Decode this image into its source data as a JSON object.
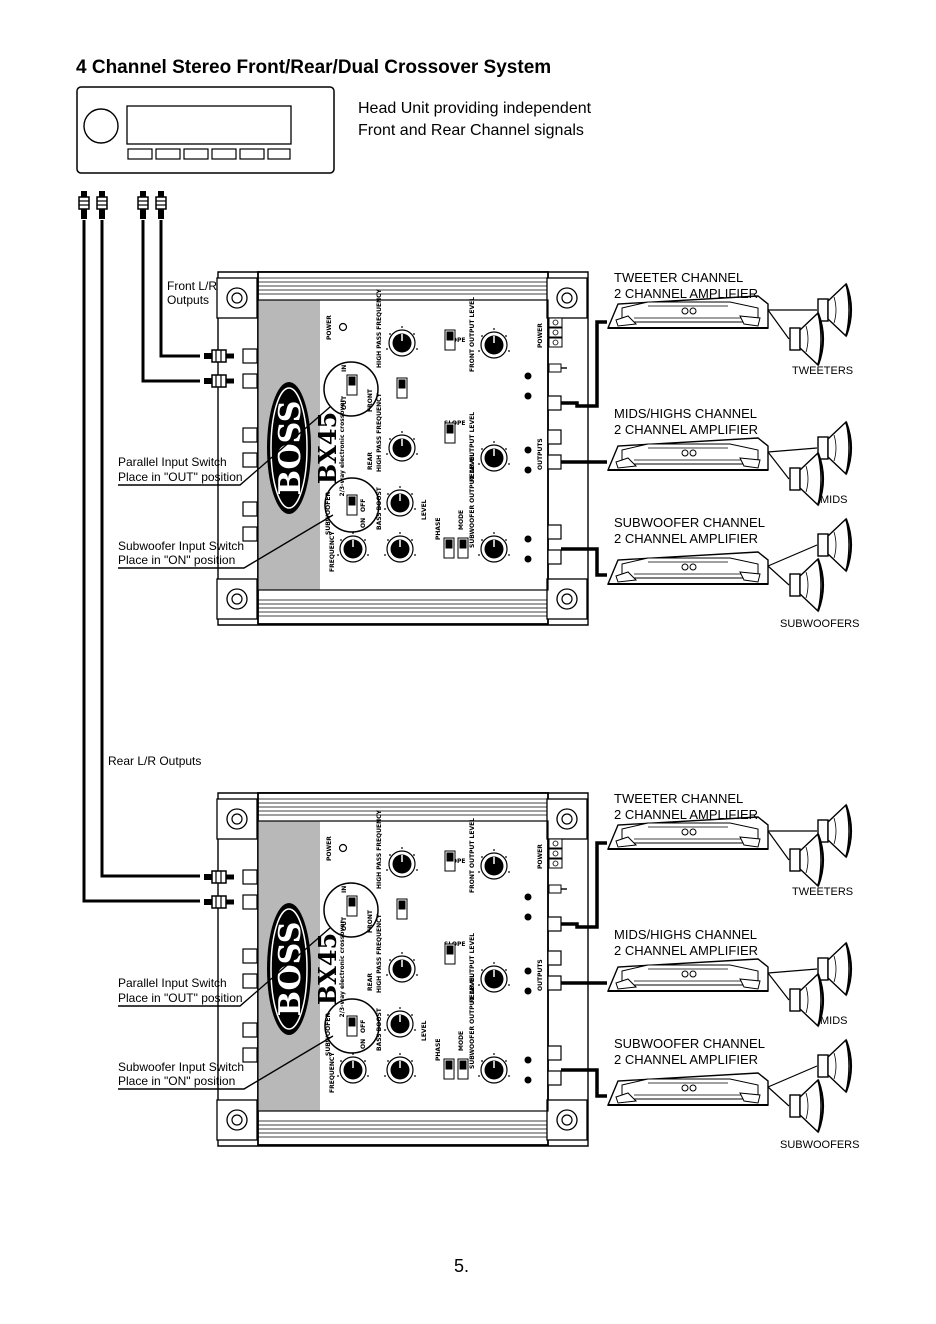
{
  "title": "4 Channel Stereo Front/Rear/Dual Crossover  System",
  "head_unit": {
    "label_line1": "Head Unit providing independent",
    "label_line2": "Front and  Rear  Channel signals"
  },
  "wiring": {
    "front_outputs_line1": "Front L/R",
    "front_outputs_line2": "Outputs",
    "rear_outputs": "Rear  L/R Outputs"
  },
  "crossover": {
    "brand": "BOSS",
    "model": "BX45",
    "subtitle": "2/3-way electronic crossover",
    "power": "POWER",
    "front_label": "FRONT",
    "rear_label": "REAR",
    "sub_label": "SUB",
    "high_pass_frequency": "HIGH PASS FREQUENCY",
    "front_output_level": "FRONT OUTPUT LEVEL",
    "rear_output_level": "REAR OUTPUT LEVEL",
    "subwoofer_output_level": "SUBWOOFER OUTPUT LEVEL",
    "bass_boost": "BASS BOOST",
    "frequency": "FREQUENCY",
    "phase": "PHASE",
    "mode": "MODE",
    "level": "LEVEL",
    "slope": "SLOPE",
    "outputs": "OUTPUTS",
    "subwoofer": "SUBWOOFER",
    "out": "OUT",
    "in": "IN",
    "on": "ON",
    "off": "OFF"
  },
  "panels": [
    {
      "parallel_line1": "Parallel Input Switch",
      "parallel_line2": "Place in \"OUT\"  position",
      "sub_switch_line1": "Subwoofer  Input Switch",
      "sub_switch_line2": "Place in \"ON\" position",
      "amps": [
        {
          "line1": "TWEETER CHANNEL",
          "line2": "2 CHANNEL AMPLIFIER",
          "speakers": "TWEETERS"
        },
        {
          "line1": "MIDS/HIGHS CHANNEL",
          "line2": "2 CHANNEL AMPLIFIER",
          "speakers": "MIDS"
        },
        {
          "line1": "SUBWOOFER CHANNEL",
          "line2": "2 CHANNEL AMPLIFIER",
          "speakers": "SUBWOOFERS"
        }
      ]
    },
    {
      "parallel_line1": "Parallel Input Switch",
      "parallel_line2": "Place in \"OUT\"  position",
      "sub_switch_line1": "Subwoofer  Input Switch",
      "sub_switch_line2": "Place in \"ON\" position",
      "amps": [
        {
          "line1": "TWEETER CHANNEL",
          "line2": "2 CHANNEL AMPLIFIER",
          "speakers": "TWEETERS"
        },
        {
          "line1": "MIDS/HIGHS CHANNEL",
          "line2": "2 CHANNEL AMPLIFIER",
          "speakers": "MIDS"
        },
        {
          "line1": "SUBWOOFER CHANNEL",
          "line2": "2 CHANNEL AMPLIFIER",
          "speakers": "SUBWOOFERS"
        }
      ]
    }
  ],
  "page_number": "5."
}
